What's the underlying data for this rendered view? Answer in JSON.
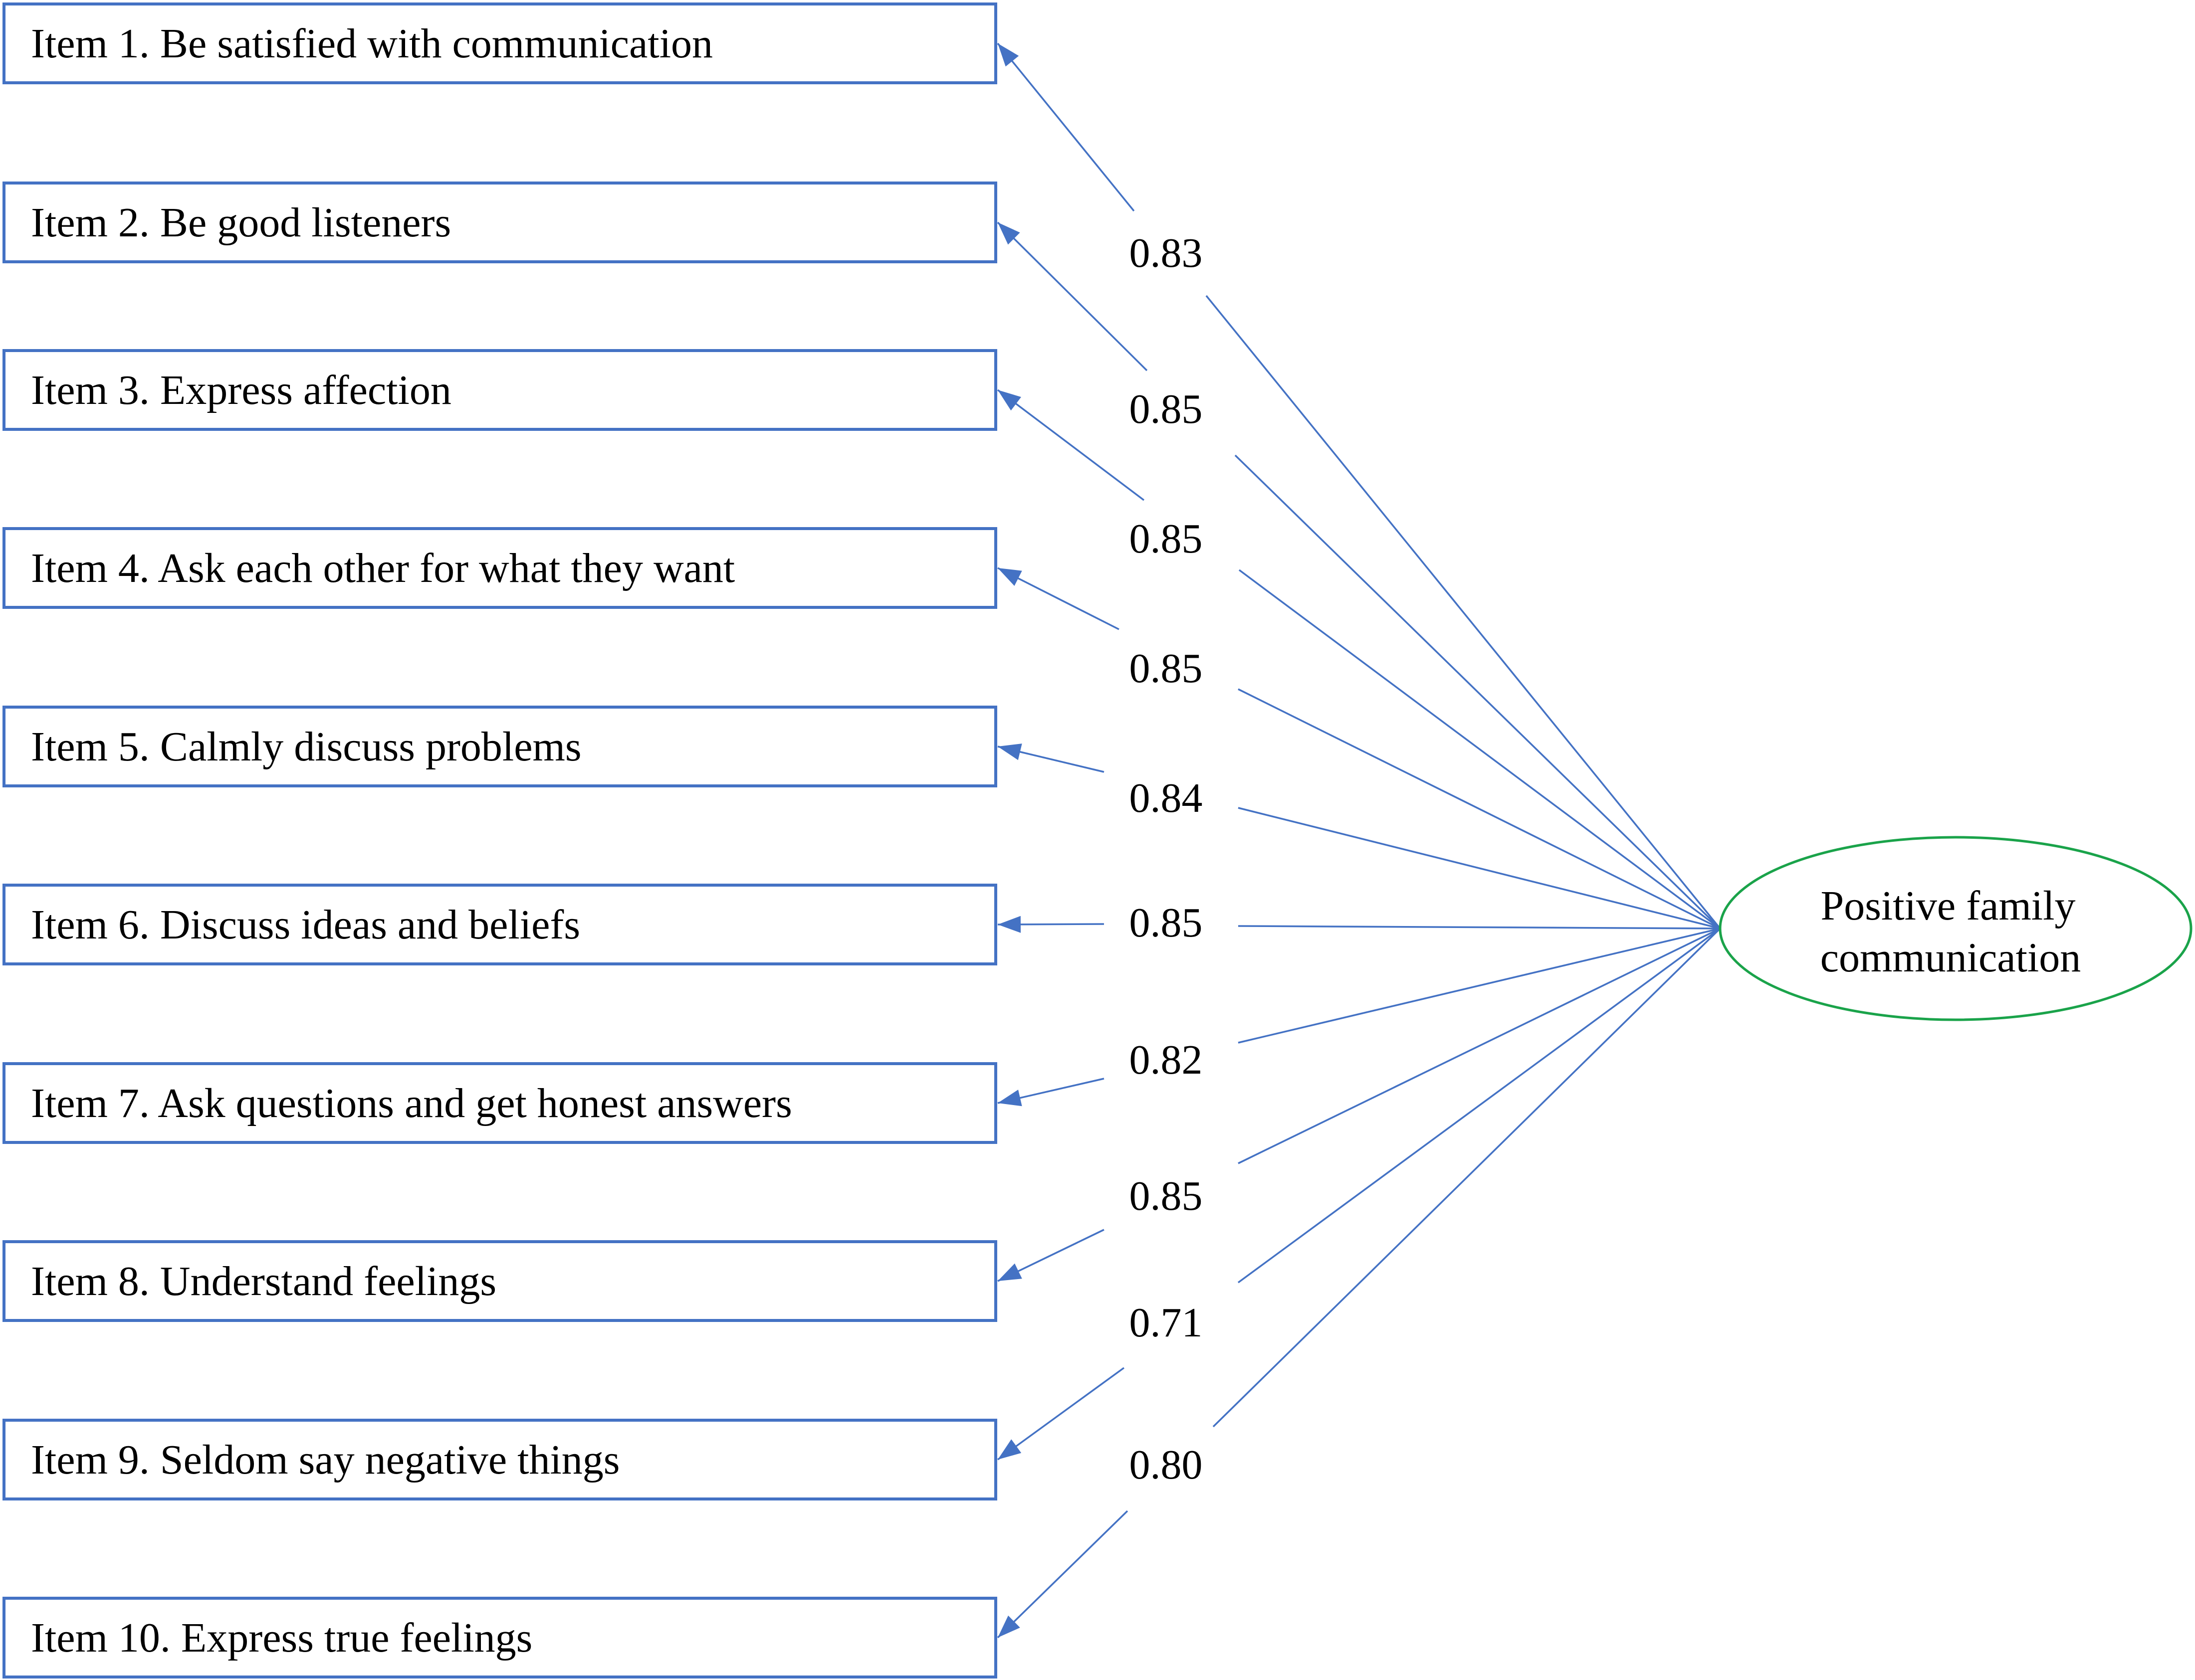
{
  "factor": {
    "line1": "Positive family",
    "line2": "communication",
    "stroke_color": "#1aa34a"
  },
  "path_color": "#4472c4",
  "items": [
    {
      "label": "Item 1. Be satisfied with communication",
      "loading": "0.83"
    },
    {
      "label": "Item 2. Be good listeners",
      "loading": "0.85"
    },
    {
      "label": "Item 3. Express affection",
      "loading": "0.85"
    },
    {
      "label": "Item 4. Ask each other for what they want",
      "loading": "0.85"
    },
    {
      "label": "Item 5. Calmly discuss problems",
      "loading": "0.84"
    },
    {
      "label": "Item 6. Discuss ideas and beliefs",
      "loading": "0.85"
    },
    {
      "label": "Item 7. Ask questions and get honest answers",
      "loading": "0.82"
    },
    {
      "label": "Item 8. Understand feelings",
      "loading": "0.85"
    },
    {
      "label": "Item 9. Seldom say negative things",
      "loading": "0.71"
    },
    {
      "label": "Item 10. Express true feelings",
      "loading": "0.80"
    }
  ]
}
